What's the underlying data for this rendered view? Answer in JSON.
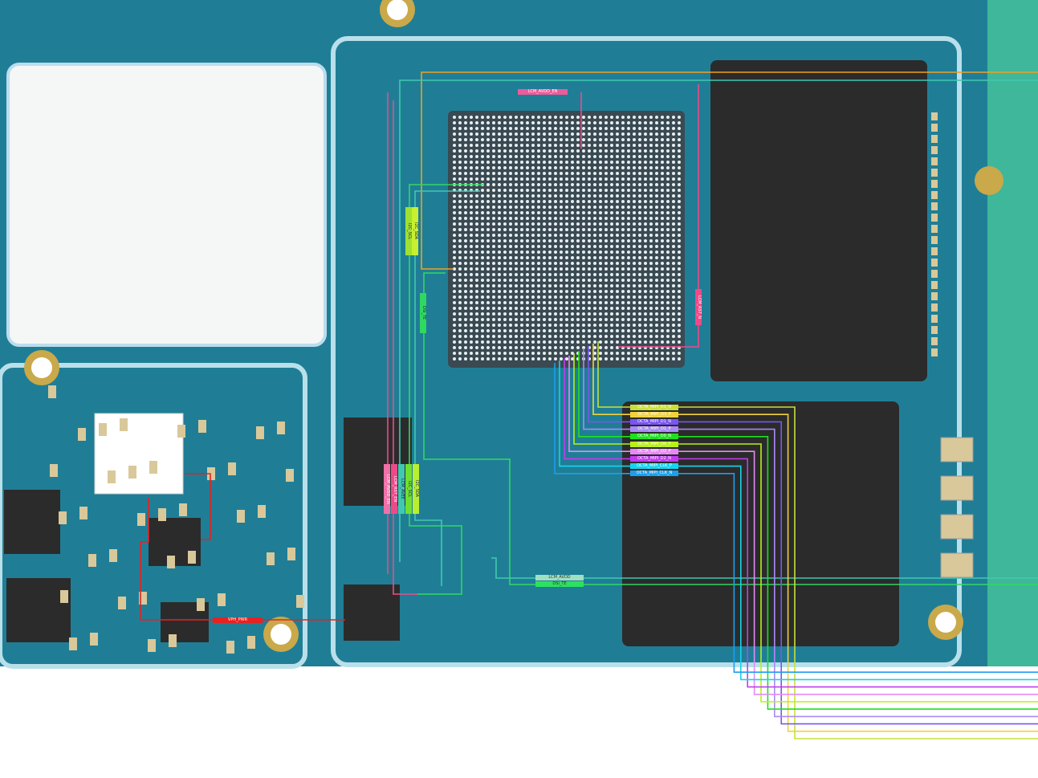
{
  "signals": {
    "mipi": [
      {
        "name": "OCTA_MIPI_D3_N",
        "color": "#c8e03a"
      },
      {
        "name": "OCTA_MIPI_D3_P",
        "color": "#f2d23c"
      },
      {
        "name": "OCTA_MIPI_D1_N",
        "color": "#7a55f0"
      },
      {
        "name": "OCTA_MIPI_D1_P",
        "color": "#a98af5"
      },
      {
        "name": "OCTA_MIPI_D0_N",
        "color": "#1fe01f"
      },
      {
        "name": "OCTA_MIPI_D0_P",
        "color": "#b9f01a"
      },
      {
        "name": "OCTA_MIPI_D2_P",
        "color": "#e68af5"
      },
      {
        "name": "OCTA_MIPI_D2_N",
        "color": "#c13cf0"
      },
      {
        "name": "OCTA_MIPI_CLK_P",
        "color": "#18d2ee"
      },
      {
        "name": "OCTA_MIPI_CLK_N",
        "color": "#1aa0ee"
      }
    ],
    "lcm_avdd_en": "LCM_AVDD_EN",
    "lcm_avdd": "LCM_AVDD",
    "dsi_te": "DSI_TE",
    "dsi_te_vertical": "DSI_TE",
    "vph_pwr": "VPH_PWR",
    "lcm_rst_n": "LCM_RST_N",
    "vertical_bottom": [
      "LCM_AVDD_EN",
      "LCM_RST_EN",
      "LCM_AVEE",
      "I2C_SCL",
      "I2C_SDA"
    ],
    "vertical_top": [
      "I2C_SCL",
      "I2C_SDA"
    ]
  },
  "colors": {
    "board": "#1f7e96",
    "board_dark": "#17667c",
    "chip": "#2b2b2b",
    "pad": "#d9c89a",
    "orange": "#f0a020",
    "pink": "#ee4a8a",
    "red": "#e62222",
    "green": "#30d860",
    "teal": "#40c8b0"
  }
}
